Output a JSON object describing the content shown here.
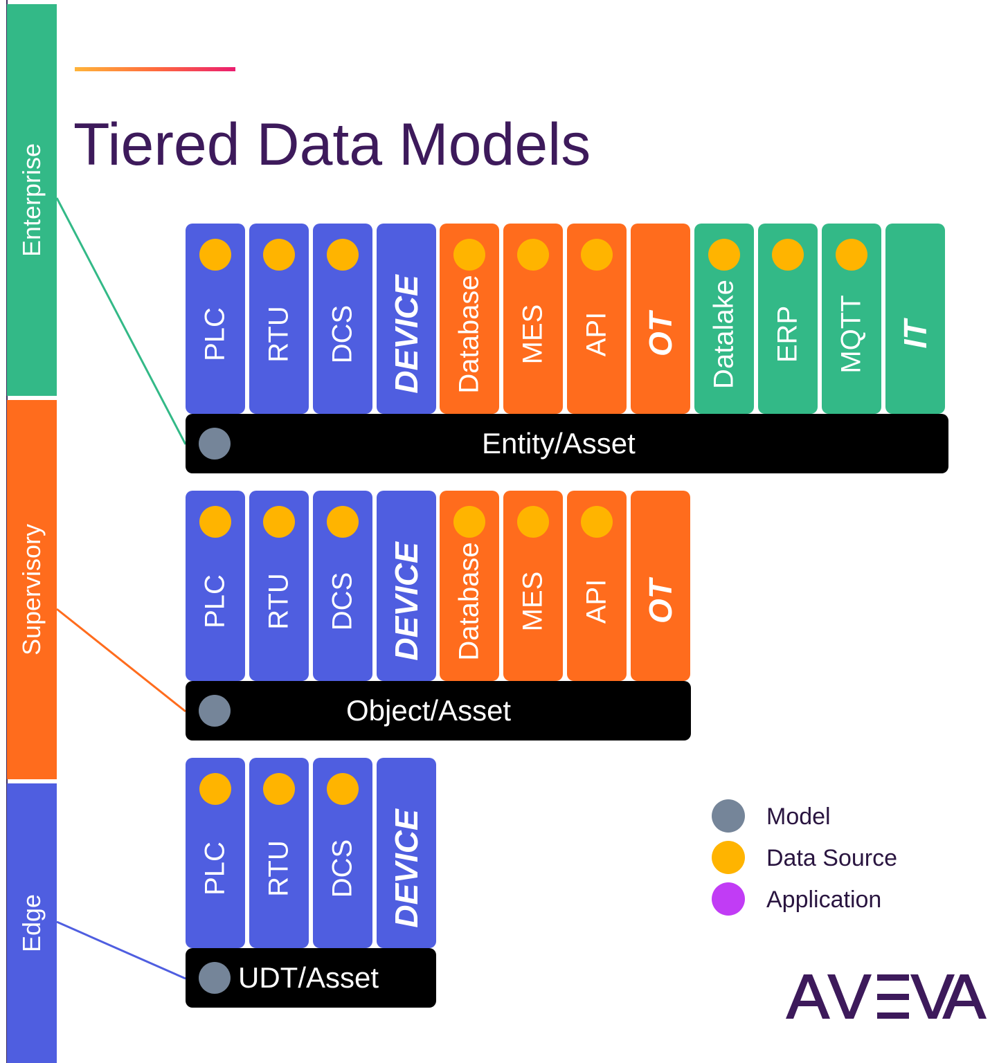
{
  "title": "Tiered Data Models",
  "tiers": {
    "enterprise": "Enterprise",
    "supervisory": "Supervisory",
    "edge": "Edge"
  },
  "rows": {
    "enterprise": {
      "columns": [
        "PLC",
        "RTU",
        "DCS",
        "DEVICE",
        "Database",
        "MES",
        "API",
        "OT",
        "Datalake",
        "ERP",
        "MQTT",
        "IT"
      ],
      "bar_label": "Entity/Asset"
    },
    "supervisory": {
      "columns": [
        "PLC",
        "RTU",
        "DCS",
        "DEVICE",
        "Database",
        "MES",
        "API",
        "OT"
      ],
      "bar_label": "Object/Asset"
    },
    "edge": {
      "columns": [
        "PLC",
        "RTU",
        "DCS",
        "DEVICE"
      ],
      "bar_label": "UDT/Asset"
    }
  },
  "legend": {
    "model": "Model",
    "data_source": "Data Source",
    "application": "Application"
  },
  "colors": {
    "edge_blue": "#4f5ee0",
    "supervisory_orange": "#ff6c1d",
    "enterprise_green": "#33b987",
    "model_gray": "#758599",
    "data_source_yellow": "#ffb400",
    "application_purple": "#c13cf5",
    "title_purple": "#3d1a5b",
    "logo_purple": "#3d1a5b"
  },
  "logo_text": "AVEVA"
}
